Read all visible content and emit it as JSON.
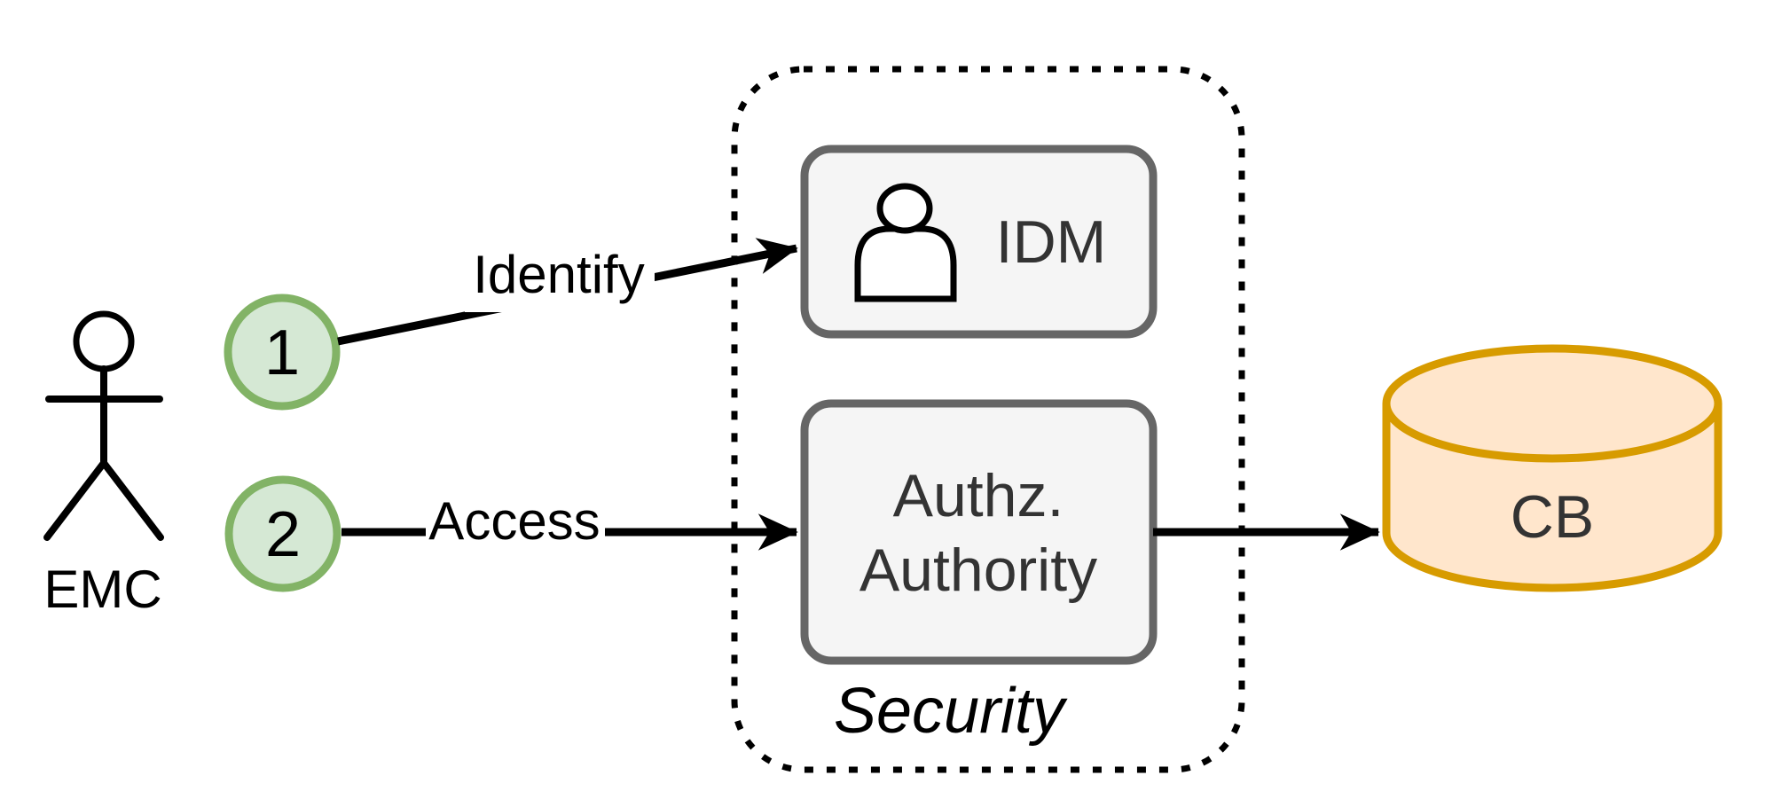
{
  "colors": {
    "badge-fill": "#d5e8d4",
    "badge-stroke": "#82b366",
    "box-fill": "#f5f5f5",
    "box-stroke": "#666666",
    "box-text": "#333333",
    "db-fill": "#ffe6cc",
    "db-stroke": "#d79b00",
    "black": "#000000",
    "bg": "#ffffff"
  },
  "actor": {
    "label": "EMC",
    "icon": "stick-figure-icon"
  },
  "steps": [
    {
      "number": "1"
    },
    {
      "number": "2"
    }
  ],
  "edges": {
    "identify": {
      "label": "Identify"
    },
    "access": {
      "label": "Access"
    }
  },
  "security": {
    "label": "Security",
    "idm": {
      "label": "IDM",
      "icon": "person-icon"
    },
    "authz": {
      "line1": "Authz.",
      "line2": "Authority"
    }
  },
  "database": {
    "label": "CB",
    "icon": "database-cylinder-icon"
  }
}
